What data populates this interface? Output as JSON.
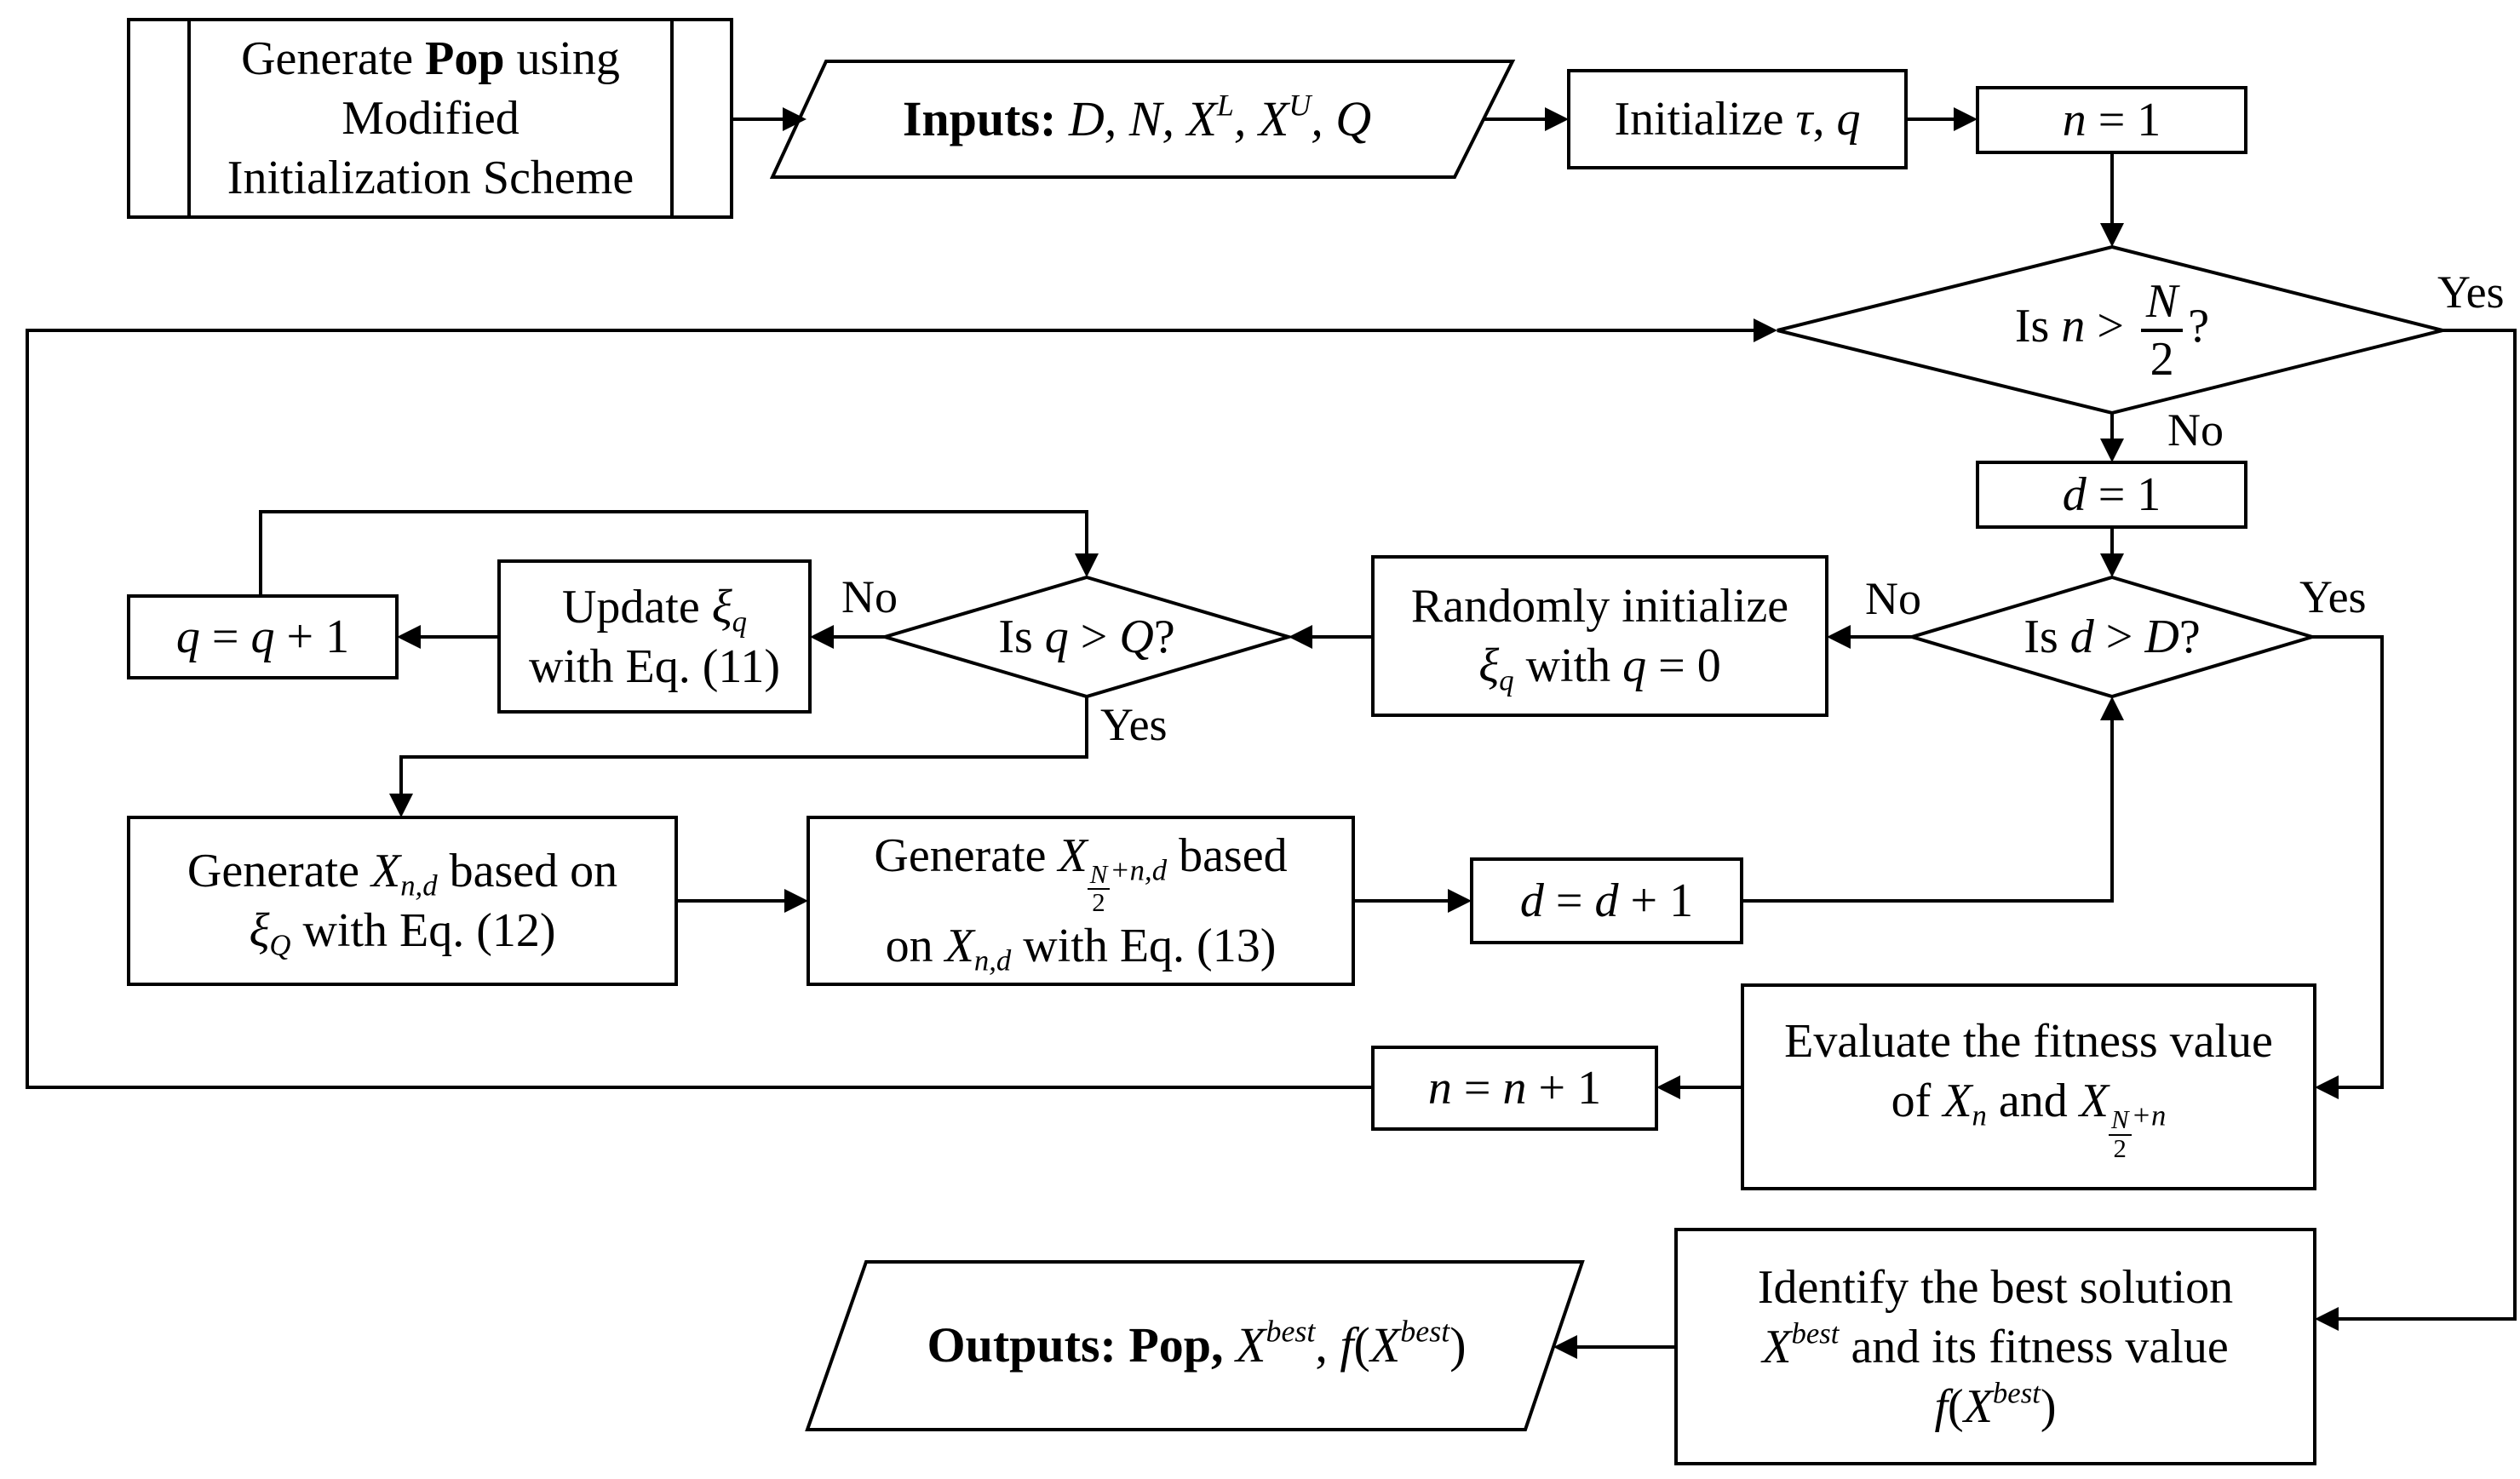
{
  "nodes": {
    "generate_pop": {
      "line1_a": "Generate ",
      "line1_b": "Pop",
      "line1_c": " using",
      "line2": "Modified",
      "line3": "Initialization Scheme"
    },
    "inputs": {
      "bold": "Inputs:",
      "math": "D, N, X^L, X^U, Q"
    },
    "init_tau_q": {
      "text": "Initialize τ, q"
    },
    "n_eq_1": {
      "text": "n = 1"
    },
    "is_n_gt": {
      "text": "Is n > N/2 ?"
    },
    "d_eq_1": {
      "text": "d = 1"
    },
    "is_d_gt": {
      "text": "Is d > D?"
    },
    "random_init": {
      "line1": "Randomly initialize",
      "line2": "ξq with q = 0"
    },
    "is_q_gt": {
      "text": "Is q > Q?"
    },
    "update_xi": {
      "line1": "Update ξq",
      "line2": "with Eq. (11)"
    },
    "q_incr": {
      "text": "q = q + 1"
    },
    "gen_xnd": {
      "line1": "Generate Xn,d based on",
      "line2": "ξQ with Eq. (12)"
    },
    "gen_xn2d": {
      "line1": "Generate X N/2+n,d based",
      "line2": "on Xn,d with Eq. (13)"
    },
    "d_incr": {
      "text": "d = d + 1"
    },
    "evaluate": {
      "line1": "Evaluate the fitness value",
      "line2": "of Xn and X N/2+n"
    },
    "n_incr": {
      "text": "n = n + 1"
    },
    "identify": {
      "line1": "Identify the best solution",
      "line2": "X^best and its fitness value",
      "line3": "f(X^best)"
    },
    "outputs": {
      "bold": "Outputs: Pop,",
      "math": "X^best, f(X^best)"
    }
  },
  "edge_labels": {
    "n_yes": "Yes",
    "n_no": "No",
    "d_no": "No",
    "d_yes": "Yes",
    "q_no": "No",
    "q_yes": "Yes"
  }
}
